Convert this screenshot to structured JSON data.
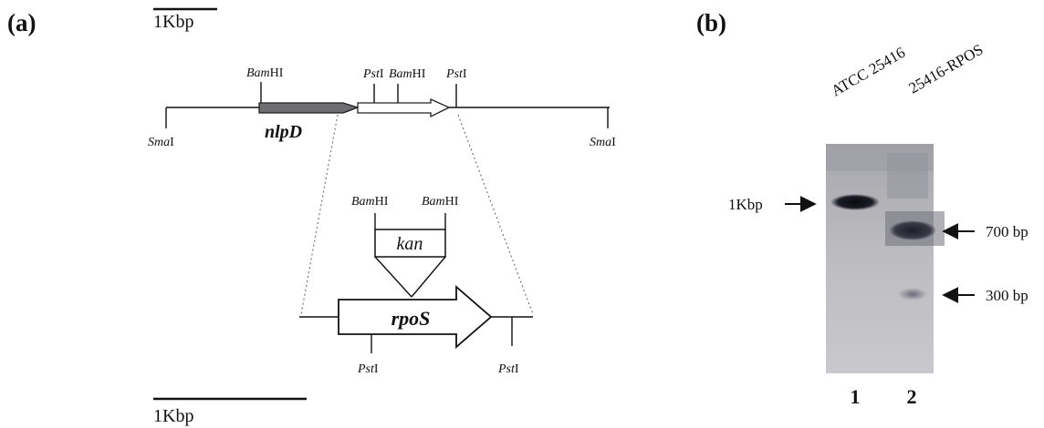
{
  "panels": {
    "a": "(a)",
    "b": "(b)"
  },
  "panel_a": {
    "scale_top": "1Kbp",
    "scale_bottom": "1Kbp",
    "top_map": {
      "sites": [
        {
          "enzyme": "Sma",
          "suffix": "I"
        },
        {
          "enzyme": "Bam",
          "suffix": "HI"
        },
        {
          "enzyme": "Pst",
          "suffix": "I"
        },
        {
          "enzyme": "Bam",
          "suffix": "HI"
        },
        {
          "enzyme": "Pst",
          "suffix": "I"
        },
        {
          "enzyme": "Sma",
          "suffix": "I"
        }
      ],
      "gene": "nlpD"
    },
    "cassette": {
      "label": "kan",
      "sites": [
        {
          "enzyme": "Bam",
          "suffix": "HI"
        },
        {
          "enzyme": "Bam",
          "suffix": "HI"
        }
      ]
    },
    "bottom_map": {
      "gene": "rpoS",
      "sites": [
        {
          "enzyme": "Pst",
          "suffix": "I"
        },
        {
          "enzyme": "Pst",
          "suffix": "I"
        }
      ]
    }
  },
  "panel_b": {
    "lane_headers": [
      "ATCC 25416",
      "25416-RPOS"
    ],
    "lane_numbers": [
      "1",
      "2"
    ],
    "left_marker": "1Kbp",
    "right_markers": [
      "700 bp",
      "300 bp"
    ]
  }
}
